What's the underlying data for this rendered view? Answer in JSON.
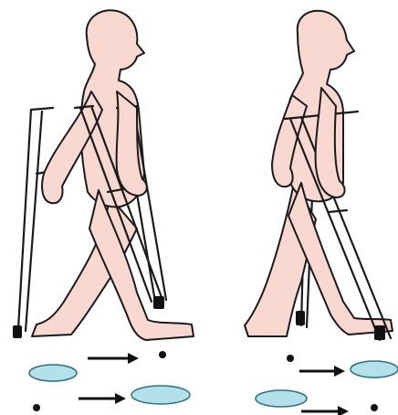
{
  "illustration": {
    "colors": {
      "skin": "#f8d8d0",
      "outline": "#1a1a1a",
      "crutch_fill": "#ffffff",
      "footprint": "#b4e0ea",
      "footprint_outline": "#2e6f82",
      "arrow": "#111111",
      "crutch_tip": "#111111"
    },
    "figures": [
      {
        "id": "left",
        "pose": "walking-with-two-crutches",
        "icon": "person-walking-crutches-icon"
      },
      {
        "id": "right",
        "pose": "walking-with-two-crutches-crossed",
        "icon": "person-walking-crutches-icon"
      }
    ],
    "floor_patterns": [
      {
        "id": "left",
        "rows": [
          {
            "items": [
              "footprint",
              "arrow",
              "crutch-dot"
            ]
          },
          {
            "items": [
              "crutch-dot",
              "arrow",
              "footprint"
            ]
          }
        ]
      },
      {
        "id": "right",
        "rows": [
          {
            "items": [
              "crutch-dot",
              "arrow",
              "footprint"
            ]
          },
          {
            "items": [
              "footprint",
              "arrow",
              "crutch-dot"
            ]
          }
        ]
      }
    ]
  }
}
